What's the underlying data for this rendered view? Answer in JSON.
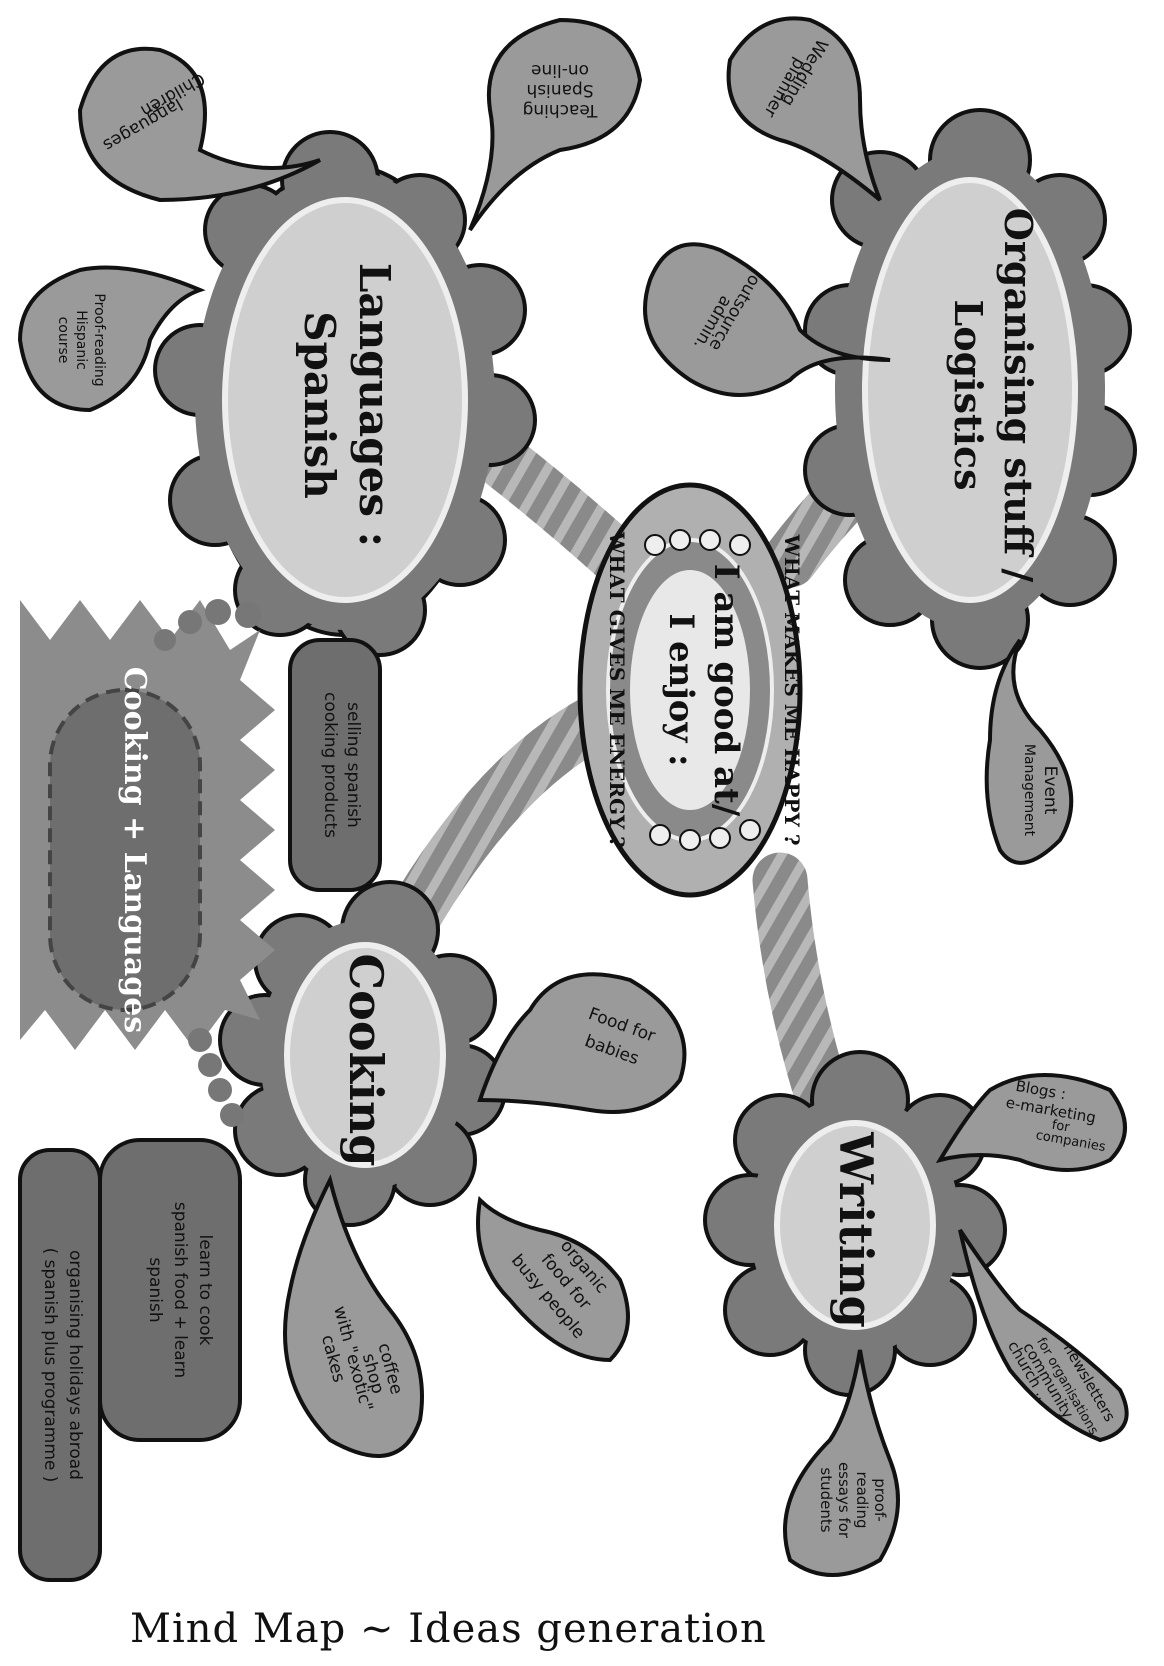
{
  "center": {
    "ring_top": "WHAT MAKES ME HAPPY ?",
    "ring_bottom": "WHAT GIVES ME ENERGY ?",
    "line1": "I am good at/",
    "line2": "I enjoy :"
  },
  "branches": {
    "languages": {
      "title_line1": "Languages :",
      "title_line2": "Spanish",
      "leaves": {
        "children": [
          "Children",
          "+",
          "languages"
        ],
        "teaching": [
          "Teaching",
          "Spanish",
          "on-line"
        ],
        "proofreading": [
          "Proof-reading",
          "Hispanic",
          "course"
        ]
      }
    },
    "organising": {
      "title_line1": "Organising stuff /",
      "title_line2": "Logistics",
      "leaves": {
        "wedding": [
          "Wedding",
          "planner"
        ],
        "outsource": [
          "outsource",
          "admin."
        ],
        "event": [
          "Event",
          "Management"
        ]
      }
    },
    "cooking": {
      "title": "Cooking",
      "leaves": {
        "selling": [
          "selling spanish",
          "cooking products"
        ],
        "babies": [
          "Food for",
          "babies"
        ],
        "organic": [
          "organic",
          "food for",
          "busy people"
        ],
        "coffee": [
          "coffee",
          "shop",
          "with \"exotic\"",
          "cakes"
        ]
      }
    },
    "writing": {
      "title": "Writing",
      "leaves": {
        "blogs": [
          "Blogs :",
          "e-marketing",
          "for",
          "companies"
        ],
        "newsletters": [
          "newsletters",
          "for organisations,",
          "community,",
          "church ..."
        ],
        "essays": [
          "proof-",
          "reading",
          "essays for",
          "students"
        ]
      }
    },
    "combo": {
      "title": "Cooking + Languages",
      "leaves": {
        "learn": [
          "learn to cook",
          "spanish food + learn",
          "spanish"
        ],
        "holidays": [
          "organising holidays abroad",
          "( spanish plus programme )"
        ]
      }
    }
  },
  "caption": "Mind Map ~ Ideas generation"
}
